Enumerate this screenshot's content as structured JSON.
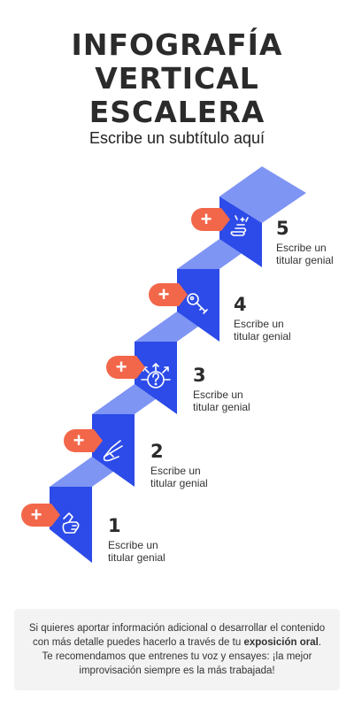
{
  "title": {
    "lines": [
      "INFOGRAFÍA",
      "VERTICAL",
      "ESCALERA"
    ]
  },
  "subtitle": "Escribe un subtítulo aquí",
  "colors": {
    "step_top": "#7f95f4",
    "step_front": "#2c4be8",
    "accent": "#f2674a",
    "box_bg": "#f3f3f3"
  },
  "steps": [
    {
      "number": "1",
      "label": "Escribe un\ntitular genial",
      "icon": "pointing-hand-icon",
      "plus": "+"
    },
    {
      "number": "2",
      "label": "Escribe un\ntitular genial",
      "icon": "victory-hand-icon",
      "plus": "+"
    },
    {
      "number": "3",
      "label": "Escribe un\ntitular genial",
      "icon": "question-arrows-icon",
      "plus": "+"
    },
    {
      "number": "4",
      "label": "Escribe un\ntitular genial",
      "icon": "key-icon",
      "plus": "+"
    },
    {
      "number": "5",
      "label": "Escribe un\ntitular genial",
      "icon": "sparkle-hand-icon",
      "plus": "+"
    }
  ],
  "info": {
    "before": "Si quieres aportar información adicional o desarrollar el contenido con más detalle puedes hacerlo a través de tu ",
    "bold": "exposición oral",
    "after": ". Te recomendamos que entrenes tu voz y ensayes: ¡la mejor improvisación siempre es la más trabajada!"
  }
}
